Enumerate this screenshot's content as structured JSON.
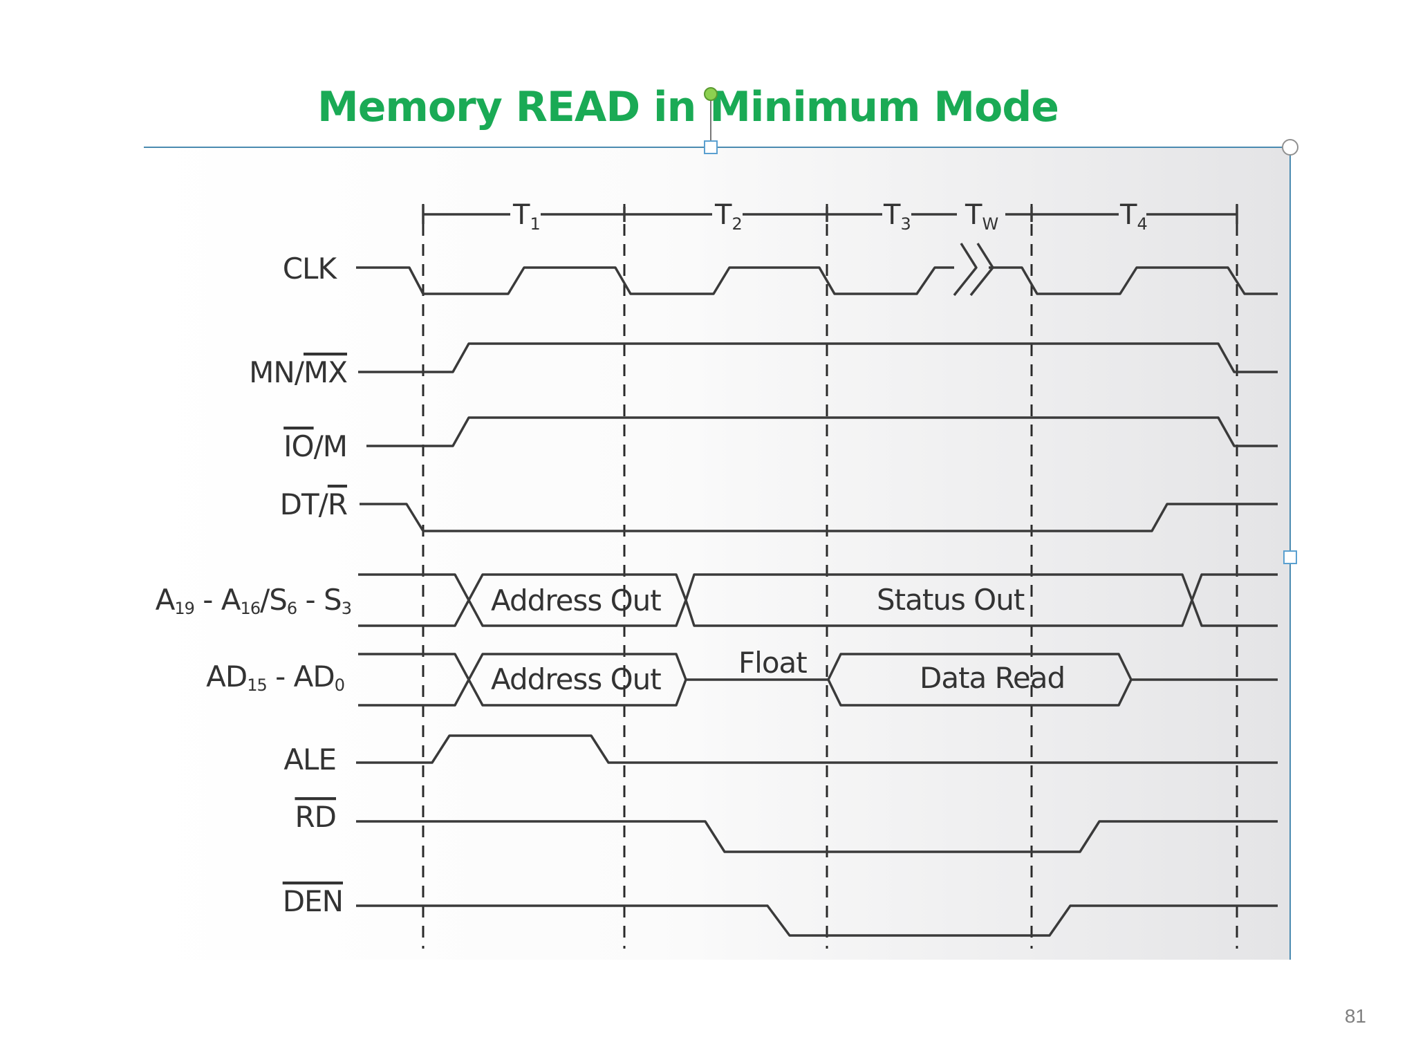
{
  "title": "Memory READ in Minimum Mode",
  "page_number": "81",
  "colors": {
    "title": "#1aaa55",
    "waveform": "#3a3a3a",
    "selection_handle": "#5aa0d0"
  },
  "states": [
    {
      "name": "T",
      "sub": "1"
    },
    {
      "name": "T",
      "sub": "2"
    },
    {
      "name": "T",
      "sub": "3"
    },
    {
      "name": "T",
      "sub": "W"
    },
    {
      "name": "T",
      "sub": "4"
    }
  ],
  "signals": {
    "clk": "CLK",
    "mn_mx": {
      "plain": "MN/",
      "overline": "MX"
    },
    "io_m": {
      "overline": "IO",
      "plain": "/M"
    },
    "dt_r": {
      "plain": "DT/",
      "overline": "R"
    },
    "a_bus": {
      "p1": "A",
      "s1": "19",
      "p2": " - A",
      "s2": "16",
      "p3": "/S",
      "s3": "6",
      "p4": " - S",
      "s4": "3"
    },
    "ad_bus": {
      "p1": "AD",
      "s1": "15",
      "p2": " - AD",
      "s2": "0"
    },
    "ale": "ALE",
    "rd": {
      "overline": "RD"
    },
    "den": {
      "overline": "DEN"
    }
  },
  "bus_labels": {
    "address_out_a": "Address Out",
    "status_out": "Status Out",
    "address_out_ad": "Address Out",
    "float": "Float",
    "data_read": "Data Read"
  },
  "icons": {
    "wait_break": "double-chevron-break-icon"
  }
}
